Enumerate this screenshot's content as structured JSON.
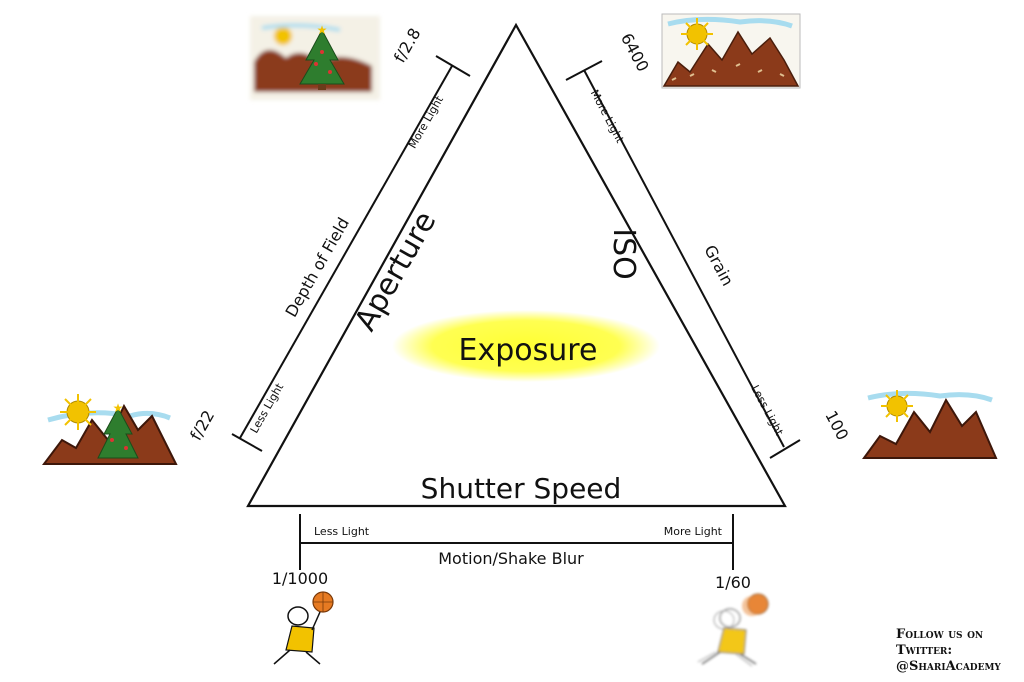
{
  "center": {
    "title": "Exposure"
  },
  "aperture": {
    "label": "Aperture",
    "effect": "Depth of Field",
    "more_light": "More Light",
    "less_light": "Less Light",
    "wide_value": "f/2.8",
    "narrow_value": "f/22"
  },
  "iso": {
    "label": "ISO",
    "effect": "Grain",
    "more_light": "More Light",
    "less_light": "Less Light",
    "high_value": "6400",
    "low_value": "100"
  },
  "shutter": {
    "label": "Shutter Speed",
    "effect": "Motion/Shake Blur",
    "less_light": "Less Light",
    "more_light": "More Light",
    "fast_value": "1/1000",
    "slow_value": "1/60"
  },
  "footer": {
    "line1": "Follow us on",
    "line2": "Twitter:",
    "line3": "@ShariAcademy"
  },
  "colors": {
    "highlight": "#ffff33",
    "sun": "#f2c200",
    "mountain": "#8b3a1a",
    "tree": "#2e7d2e",
    "sky": "#a8dcef",
    "ball": "#e67a22",
    "shirt": "#f2c200"
  }
}
